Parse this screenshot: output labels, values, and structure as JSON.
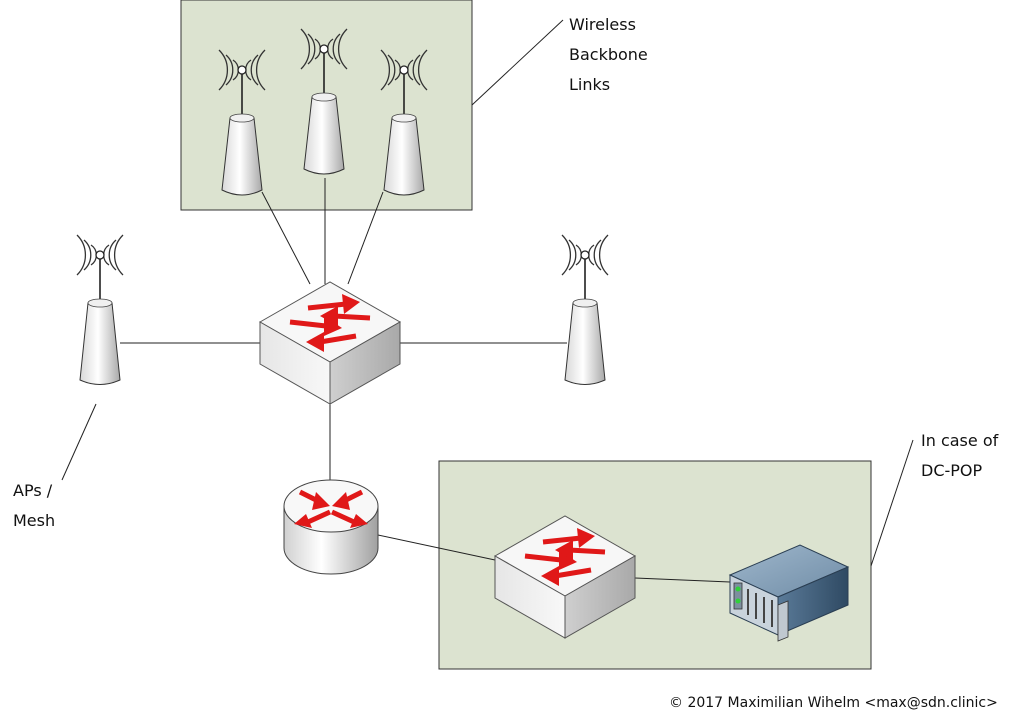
{
  "labels": {
    "wireless_line1": "Wireless",
    "wireless_line2": "Backbone",
    "wireless_line3": "Links",
    "aps_line1": "APs /",
    "aps_line2": "Mesh",
    "dcpop_line1": "In case of",
    "dcpop_line2": "DC-POP"
  },
  "copyright": "© 2017 Maximilian Wihelm <max@sdn.clinic>",
  "colors": {
    "group_fill": "#dce3d0",
    "arrow": "#e01818",
    "device_light": "#f4f4f4",
    "device_dark": "#b8b8b8",
    "server_blue": "#4a6f92",
    "line": "#222222"
  },
  "icons": {
    "antenna": "wireless-access-point",
    "switch": "network-switch",
    "router": "router",
    "server": "rack-server"
  }
}
